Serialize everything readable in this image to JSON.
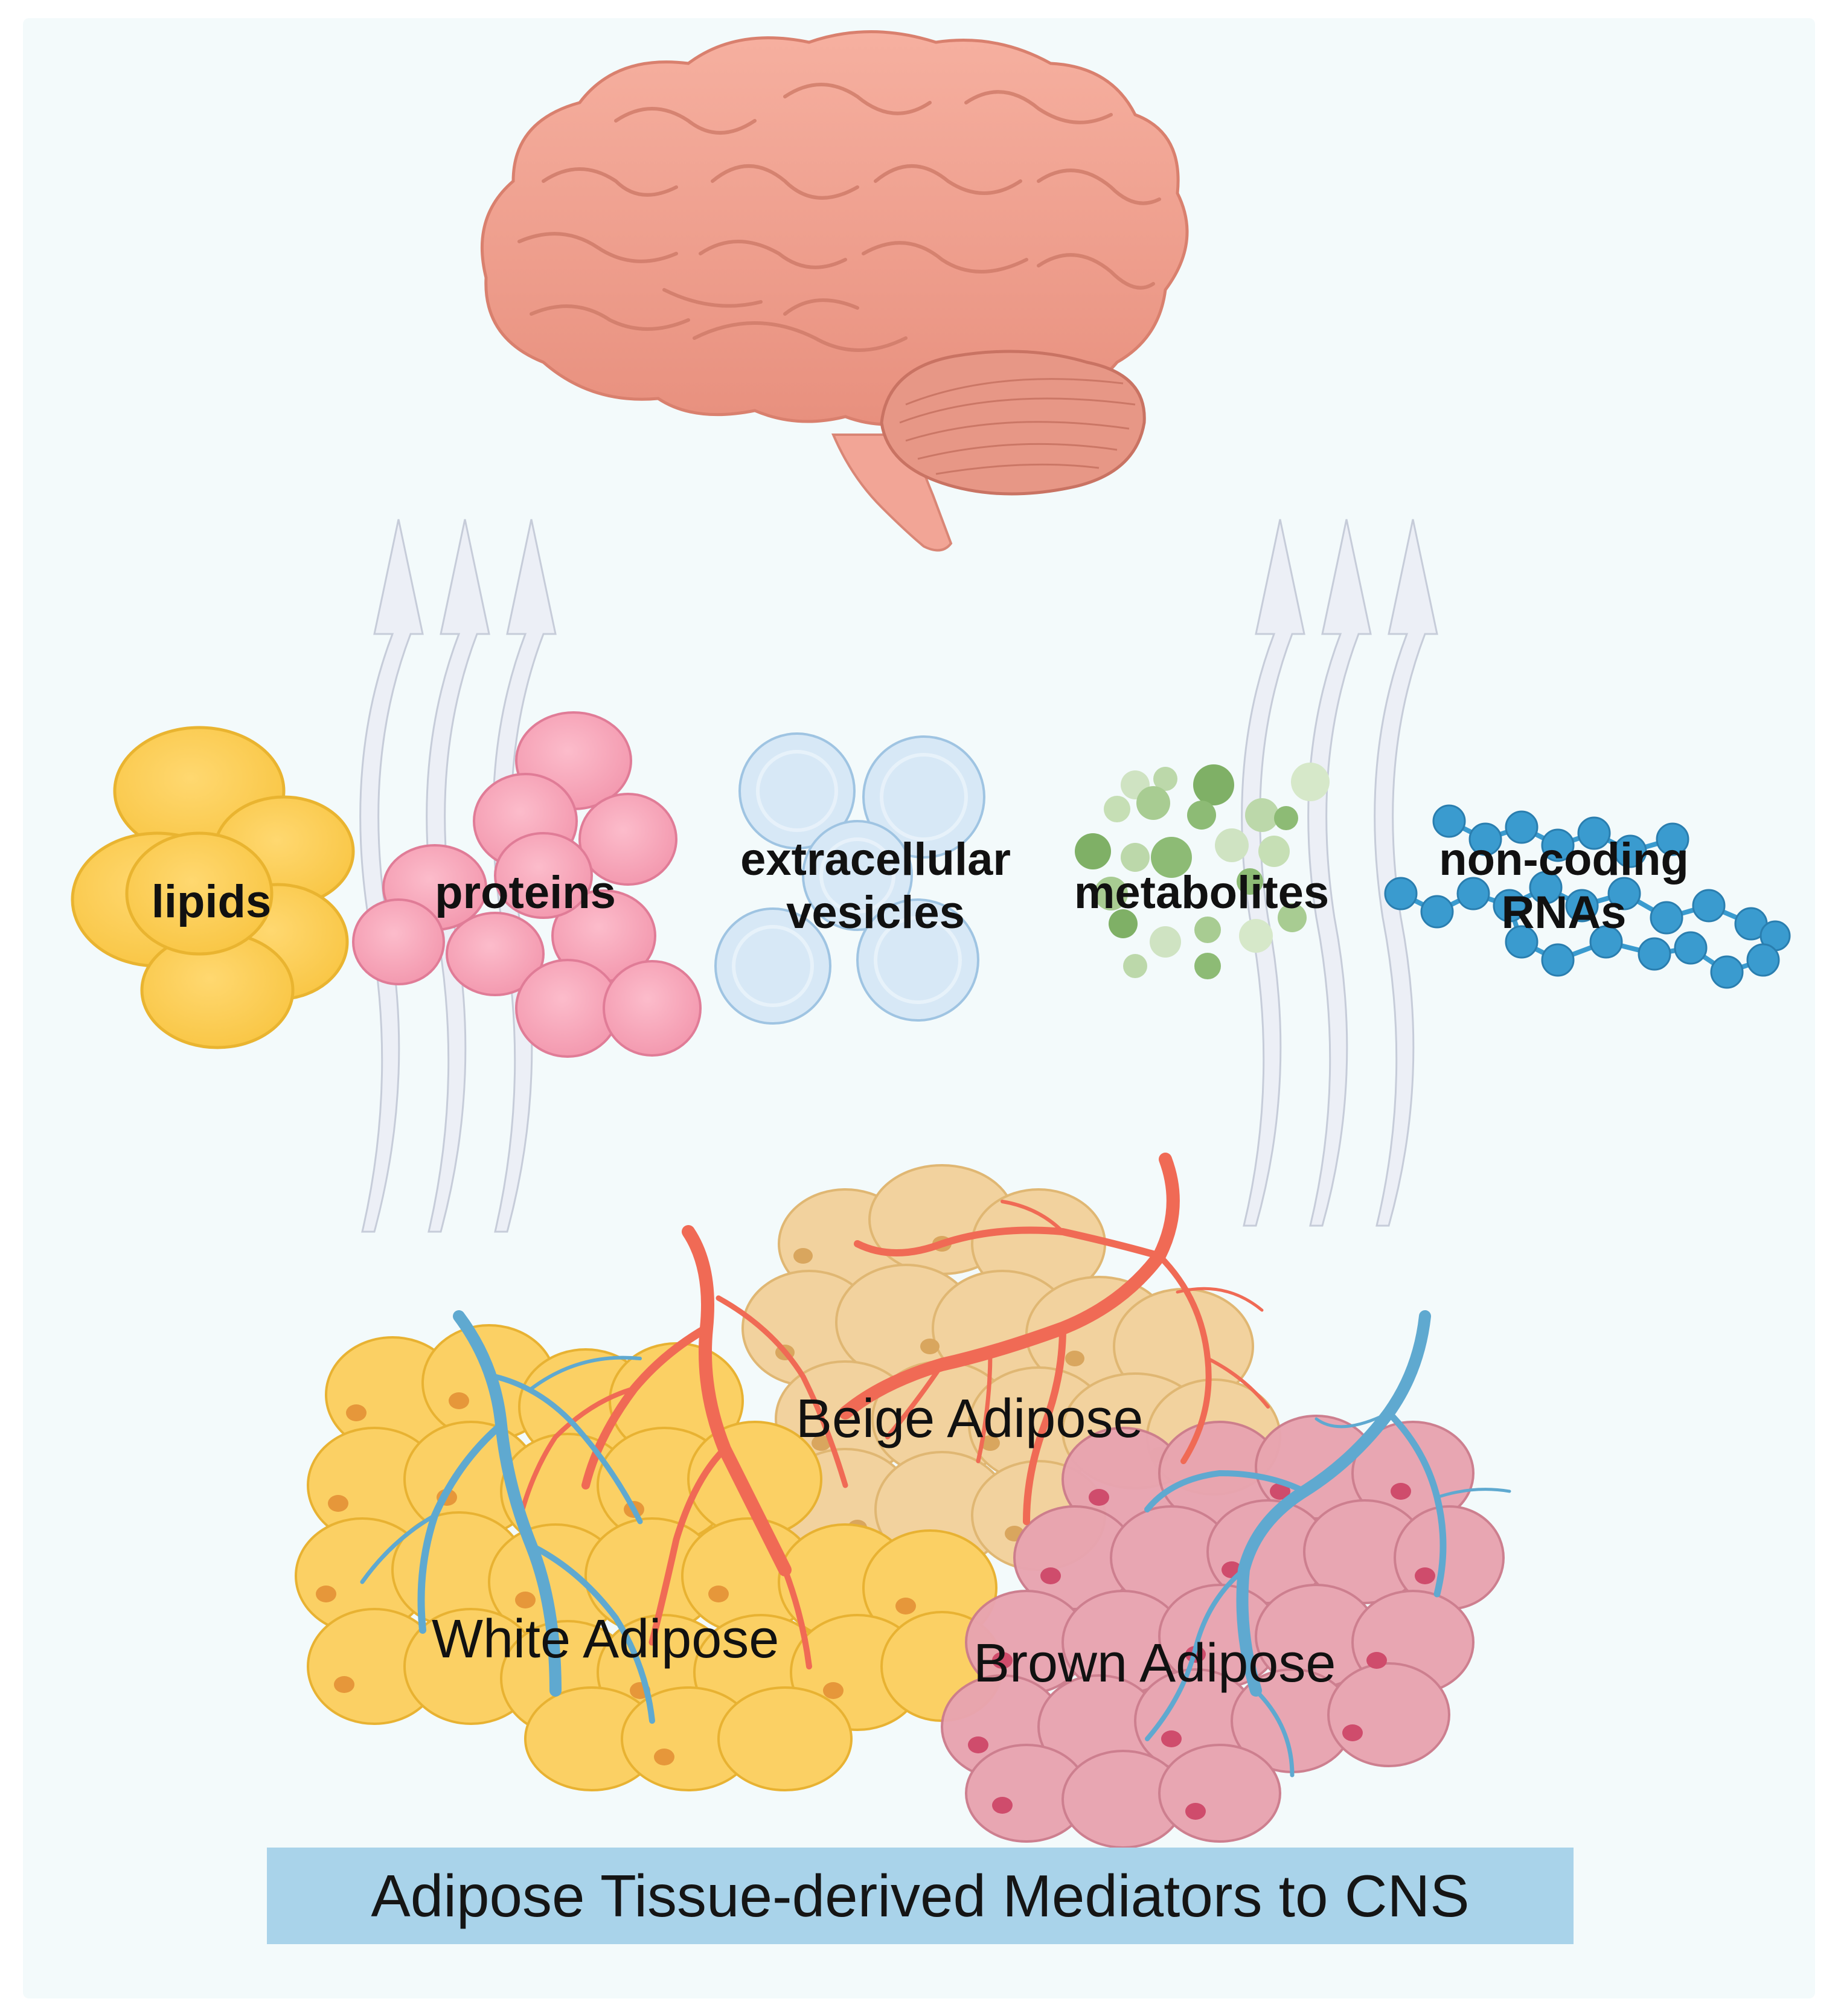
{
  "mediators": {
    "lipids": "lipids",
    "proteins": "proteins",
    "ev_line1": "extracellular",
    "ev_line2": "vesicles",
    "metabolites": "metabolites",
    "ncrna_line1": "non-coding",
    "ncrna_line2": "RNAs"
  },
  "tissues": {
    "beige": "Beige Adipose",
    "white": "White Adipose",
    "brown": "Brown Adipose"
  },
  "caption": "Adipose Tissue-derived Mediators to CNS",
  "colors": {
    "background": "#f3fafb",
    "brain": "#f0a290",
    "lipid": "#fbd05e",
    "protein": "#f9a9bd",
    "vesicle": "#cfe3f4",
    "metabolite": "#8dbb75",
    "rna": "#3a9bcf",
    "white_fat": "#fbd064",
    "beige_fat": "#f2d09a",
    "brown_fat": "#e8a4b0",
    "artery": "#f06a55",
    "vein": "#5fa9d0",
    "caption_box": "#a9d3ea"
  }
}
